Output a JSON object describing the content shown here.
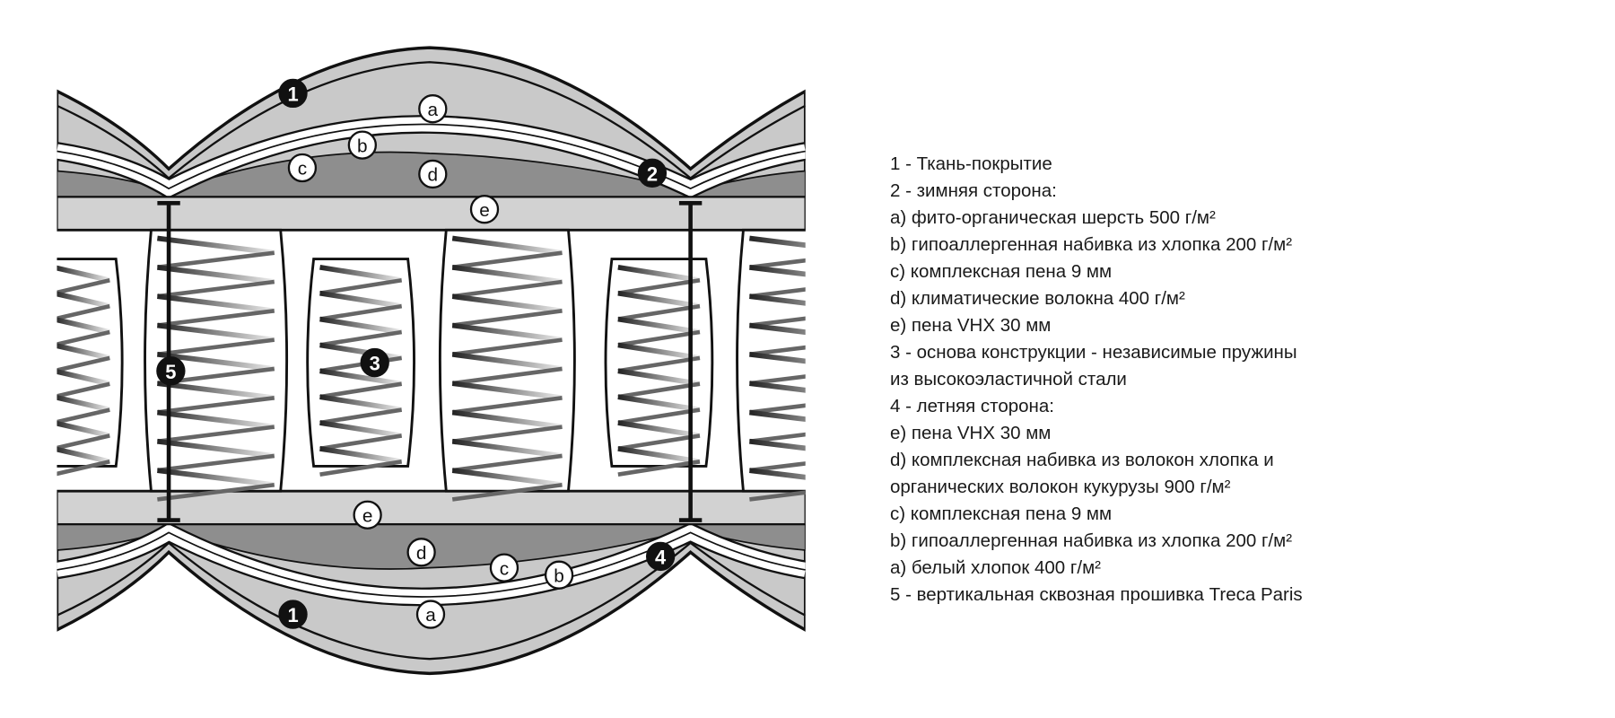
{
  "diagram": {
    "title": "Mattress cross-section",
    "markers": [
      {
        "id": "top-1",
        "text": "1",
        "style": "black"
      },
      {
        "id": "top-a",
        "text": "a",
        "style": "white"
      },
      {
        "id": "top-b",
        "text": "b",
        "style": "white"
      },
      {
        "id": "top-c",
        "text": "c",
        "style": "white"
      },
      {
        "id": "top-d",
        "text": "d",
        "style": "white"
      },
      {
        "id": "top-e",
        "text": "e",
        "style": "white"
      },
      {
        "id": "top-2",
        "text": "2",
        "style": "black"
      },
      {
        "id": "seam-5",
        "text": "5",
        "style": "black"
      },
      {
        "id": "core-3",
        "text": "3",
        "style": "black"
      },
      {
        "id": "bot-e",
        "text": "e",
        "style": "white"
      },
      {
        "id": "bot-d",
        "text": "d",
        "style": "white"
      },
      {
        "id": "bot-c",
        "text": "c",
        "style": "white"
      },
      {
        "id": "bot-b",
        "text": "b",
        "style": "white"
      },
      {
        "id": "bot-4",
        "text": "4",
        "style": "black"
      },
      {
        "id": "bot-1",
        "text": "1",
        "style": "black"
      },
      {
        "id": "bot-a",
        "text": "a",
        "style": "white"
      }
    ]
  },
  "legend": [
    "1 - Ткань-покрытие",
    "2 - зимняя сторона:",
    "a) фито-органическая шерсть 500 г/м²",
    "b) гипоаллергенная набивка из хлопка 200 г/м²",
    "c) комплексная пена 9 мм",
    "d) климатические волокна 400 г/м²",
    "e) пена VHX 30 мм",
    "3 - основа конструкции - независимые пружины",
    "из высокоэластичной стали",
    "4 - летняя сторона:",
    "e) пена VHX 30 мм",
    "d) комплексная набивка из волокон хлопка и",
    "органических волокон кукурузы 900 г/м²",
    "c) комплексная пена 9 мм",
    "b) гипоаллергенная набивка из хлопка 200 г/м²",
    "a) белый хлопок 400 г/м²",
    "5 - вертикальная сквозная прошивка Treca Paris"
  ],
  "colors": {
    "fabric": "#c9c9c9",
    "fiber": "#8e8e8e",
    "foam": "#d2d2d2",
    "line": "#111111"
  }
}
